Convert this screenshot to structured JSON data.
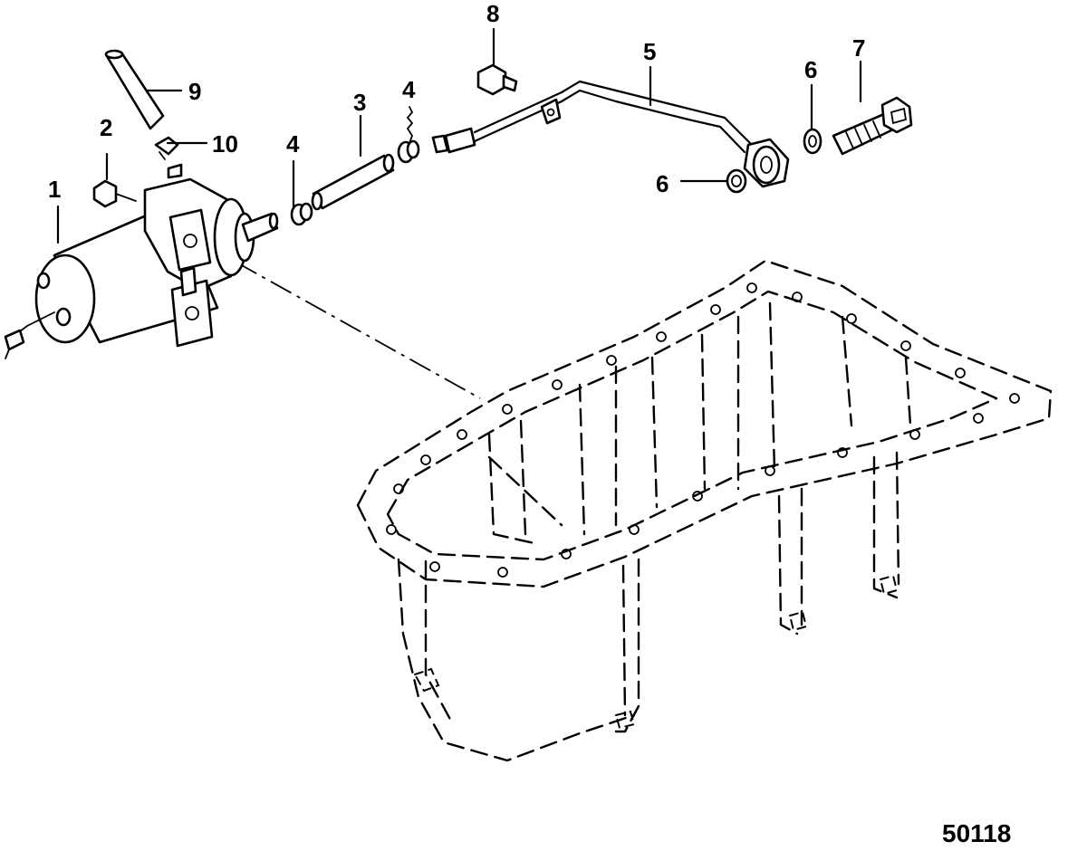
{
  "figure_number": "50118",
  "callouts": [
    {
      "id": "c1",
      "text": "1"
    },
    {
      "id": "c2",
      "text": "2"
    },
    {
      "id": "c3",
      "text": "3"
    },
    {
      "id": "c4a",
      "text": "4"
    },
    {
      "id": "c4b",
      "text": "4"
    },
    {
      "id": "c5",
      "text": "5"
    },
    {
      "id": "c6a",
      "text": "6"
    },
    {
      "id": "c6b",
      "text": "6"
    },
    {
      "id": "c7",
      "text": "7"
    },
    {
      "id": "c8",
      "text": "8"
    },
    {
      "id": "c9",
      "text": "9"
    },
    {
      "id": "c10",
      "text": "10"
    }
  ]
}
